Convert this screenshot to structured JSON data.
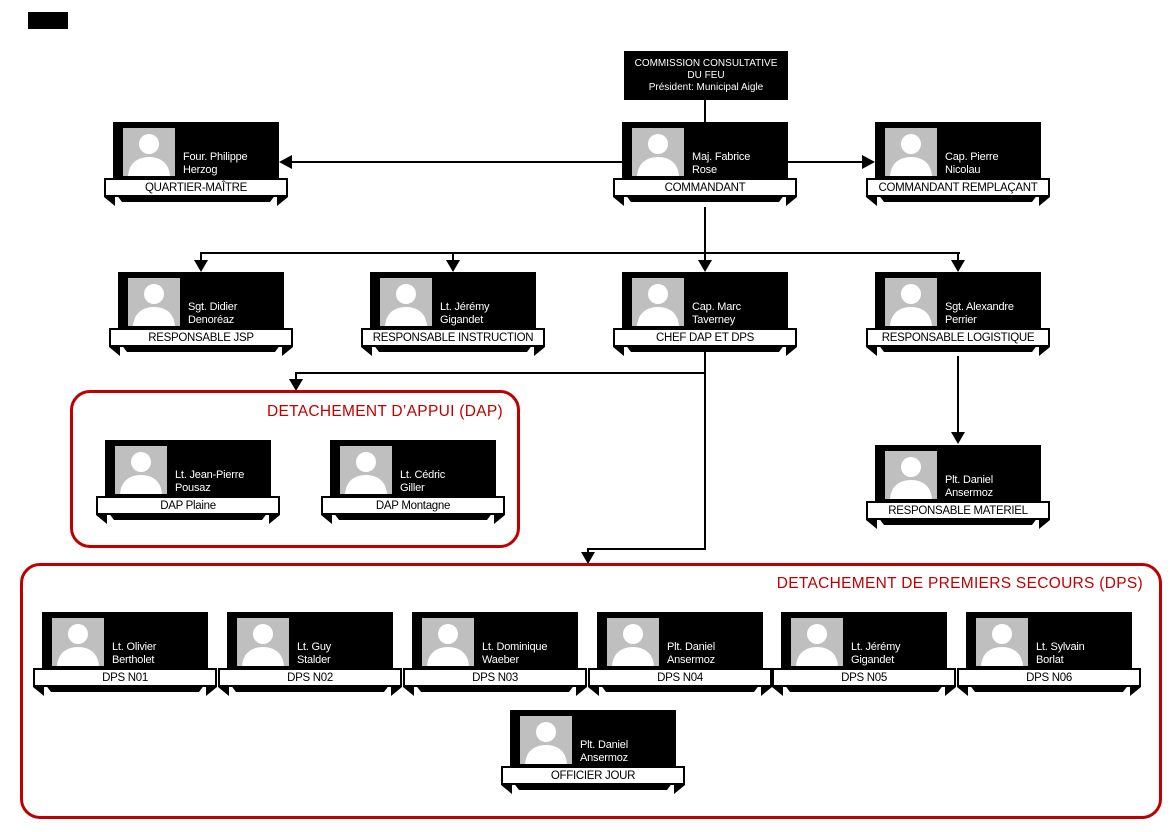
{
  "commission": {
    "line1": "COMMISSION CONSULTATIVE DU FEU",
    "line2": "Président: Municipal Aigle"
  },
  "sections": {
    "dap": {
      "label": "DETACHEMENT D’APPUI (DAP)"
    },
    "dps": {
      "label": "DETACHEMENT DE PREMIERS SECOURS (DPS)"
    }
  },
  "people": {
    "quartier_maitre": {
      "name1": "Four. Philippe",
      "name2": "Herzog",
      "title": "QUARTIER-MAÎTRE"
    },
    "commandant": {
      "name1": "Maj. Fabrice",
      "name2": "Rose",
      "title": "COMMANDANT"
    },
    "commandant_remplacant": {
      "name1": "Cap. Pierre",
      "name2": "Nicolau",
      "title": "COMMANDANT REMPLAÇANT"
    },
    "responsable_jsp": {
      "name1": "Sgt. Didier",
      "name2": "Denoréaz",
      "title": "RESPONSABLE JSP"
    },
    "responsable_instruction": {
      "name1": "Lt. Jérémy",
      "name2": "Gigandet",
      "title": "RESPONSABLE INSTRUCTION"
    },
    "chef_dap_dps": {
      "name1": "Cap. Marc",
      "name2": "Taverney",
      "title": "CHEF DAP ET DPS"
    },
    "responsable_logistique": {
      "name1": "Sgt. Alexandre",
      "name2": "Perrier",
      "title": "RESPONSABLE LOGISTIQUE"
    },
    "dap_plaine": {
      "name1": "Lt. Jean-Pierre",
      "name2": "Pousaz",
      "title": "DAP Plaine"
    },
    "dap_montagne": {
      "name1": "Lt. Cédric",
      "name2": "Giller",
      "title": "DAP Montagne"
    },
    "responsable_materiel": {
      "name1": "Plt. Daniel",
      "name2": "Ansermoz",
      "title": "RESPONSABLE MATERIEL"
    },
    "dps_n01": {
      "name1": "Lt. Olivier",
      "name2": "Bertholet",
      "title": "DPS N01"
    },
    "dps_n02": {
      "name1": "Lt. Guy",
      "name2": "Stalder",
      "title": "DPS N02"
    },
    "dps_n03": {
      "name1": "Lt. Dominique",
      "name2": "Waeber",
      "title": "DPS N03"
    },
    "dps_n04": {
      "name1": "Plt. Daniel",
      "name2": "Ansermoz",
      "title": "DPS N04"
    },
    "dps_n05": {
      "name1": "Lt. Jérémy",
      "name2": "Gigandet",
      "title": "DPS N05"
    },
    "dps_n06": {
      "name1": "Lt. Sylvain",
      "name2": "Borlat",
      "title": "DPS N06"
    },
    "officier_jour": {
      "name1": "Plt. Daniel",
      "name2": "Ansermoz",
      "title": "OFFICIER JOUR"
    }
  },
  "colors": {
    "accent_red": "#C00000",
    "photo_gray": "#BFBFBF",
    "box_black": "#000000"
  }
}
